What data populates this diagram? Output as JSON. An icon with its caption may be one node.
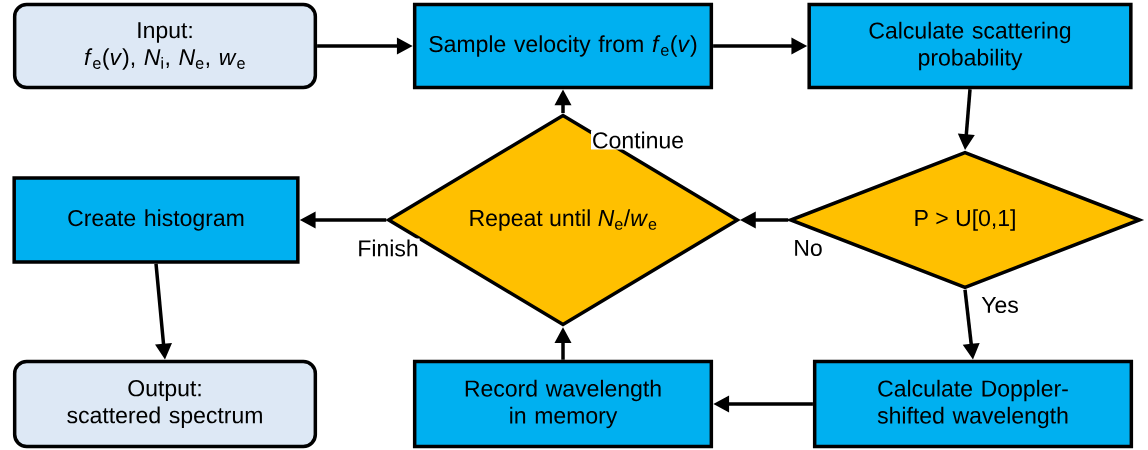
{
  "diagram": {
    "nodes": [
      {
        "text": [
          "Input:",
          "*f*$_{e}$(*v*), *N*$_{i}$, *N*$_{e}$, *w*$_{e}$"
        ]
      },
      {
        "text": [
          "Sample velocity from *f*$_{e}$(*v*)"
        ]
      },
      {
        "text": [
          "Calculate scattering probability"
        ]
      },
      {
        "text": [
          "P > U[0,1]"
        ]
      },
      {
        "text": [
          "Calculate Doppler-shifted wavelength"
        ]
      },
      {
        "text": [
          "Record wavelength in memory"
        ]
      },
      {
        "text": [
          "Repeat until *N*$_{e}$/*w*$_{e}$"
        ]
      },
      {
        "text": [
          "Create histogram"
        ]
      },
      {
        "text": [
          "Output:",
          "scattered spectrum"
        ]
      }
    ],
    "edges": [
      {
        "from": 0,
        "to": 1,
        "arrow": "to"
      },
      {
        "from": 1,
        "to": 2,
        "arrow": "to"
      },
      {
        "from": 2,
        "to": 3,
        "arrow": "to"
      },
      {
        "from": 3,
        "to": 6,
        "arrow": "to",
        "label": "No"
      },
      {
        "from": 3,
        "to": 4,
        "arrow": "to",
        "label": "Yes"
      },
      {
        "from": 4,
        "to": 5,
        "arrow": "to"
      },
      {
        "from": 5,
        "to": 6,
        "arrow": "to"
      },
      {
        "from": 6,
        "to": 1,
        "arrow": "to",
        "label": "Continue"
      },
      {
        "from": 6,
        "to": 7,
        "arrow": "to",
        "label": "Finish"
      },
      {
        "from": 7,
        "to": 8,
        "arrow": "to"
      }
    ]
  }
}
